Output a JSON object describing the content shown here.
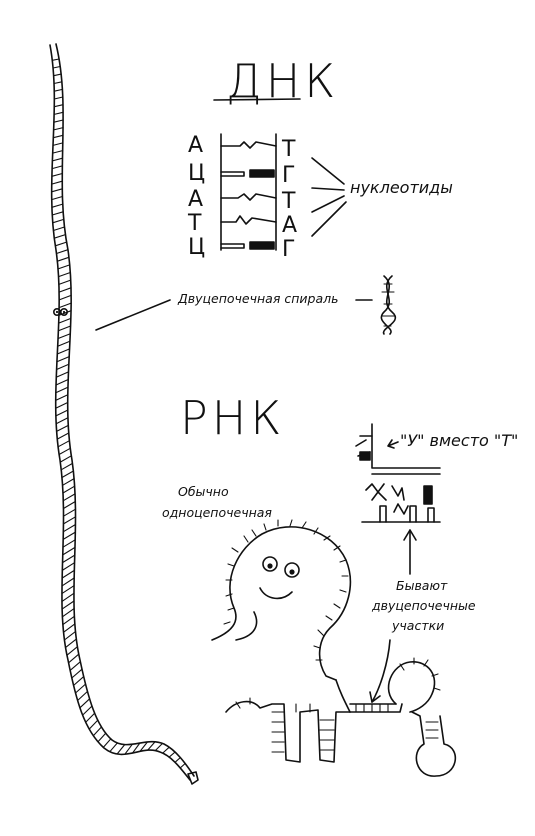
{
  "titles": {
    "dna": "ДНК",
    "rna": "РНК"
  },
  "dna": {
    "left_bases": [
      "А",
      "Ц",
      "А",
      "Т",
      "Ц"
    ],
    "right_bases": [
      "Т",
      "Г",
      "Т",
      "А",
      "Г"
    ],
    "nucleotides_label": "нуклеотиды",
    "double_helix_label": "Двуцепочечная спираль"
  },
  "rna": {
    "u_instead_of_t_label": "\"У\" вместо \"Т\"",
    "single_strand_label": [
      "Обычно",
      "одноцепочечная"
    ],
    "double_parts_label": [
      "Бывают",
      "двуцепочечные",
      "участки"
    ]
  }
}
